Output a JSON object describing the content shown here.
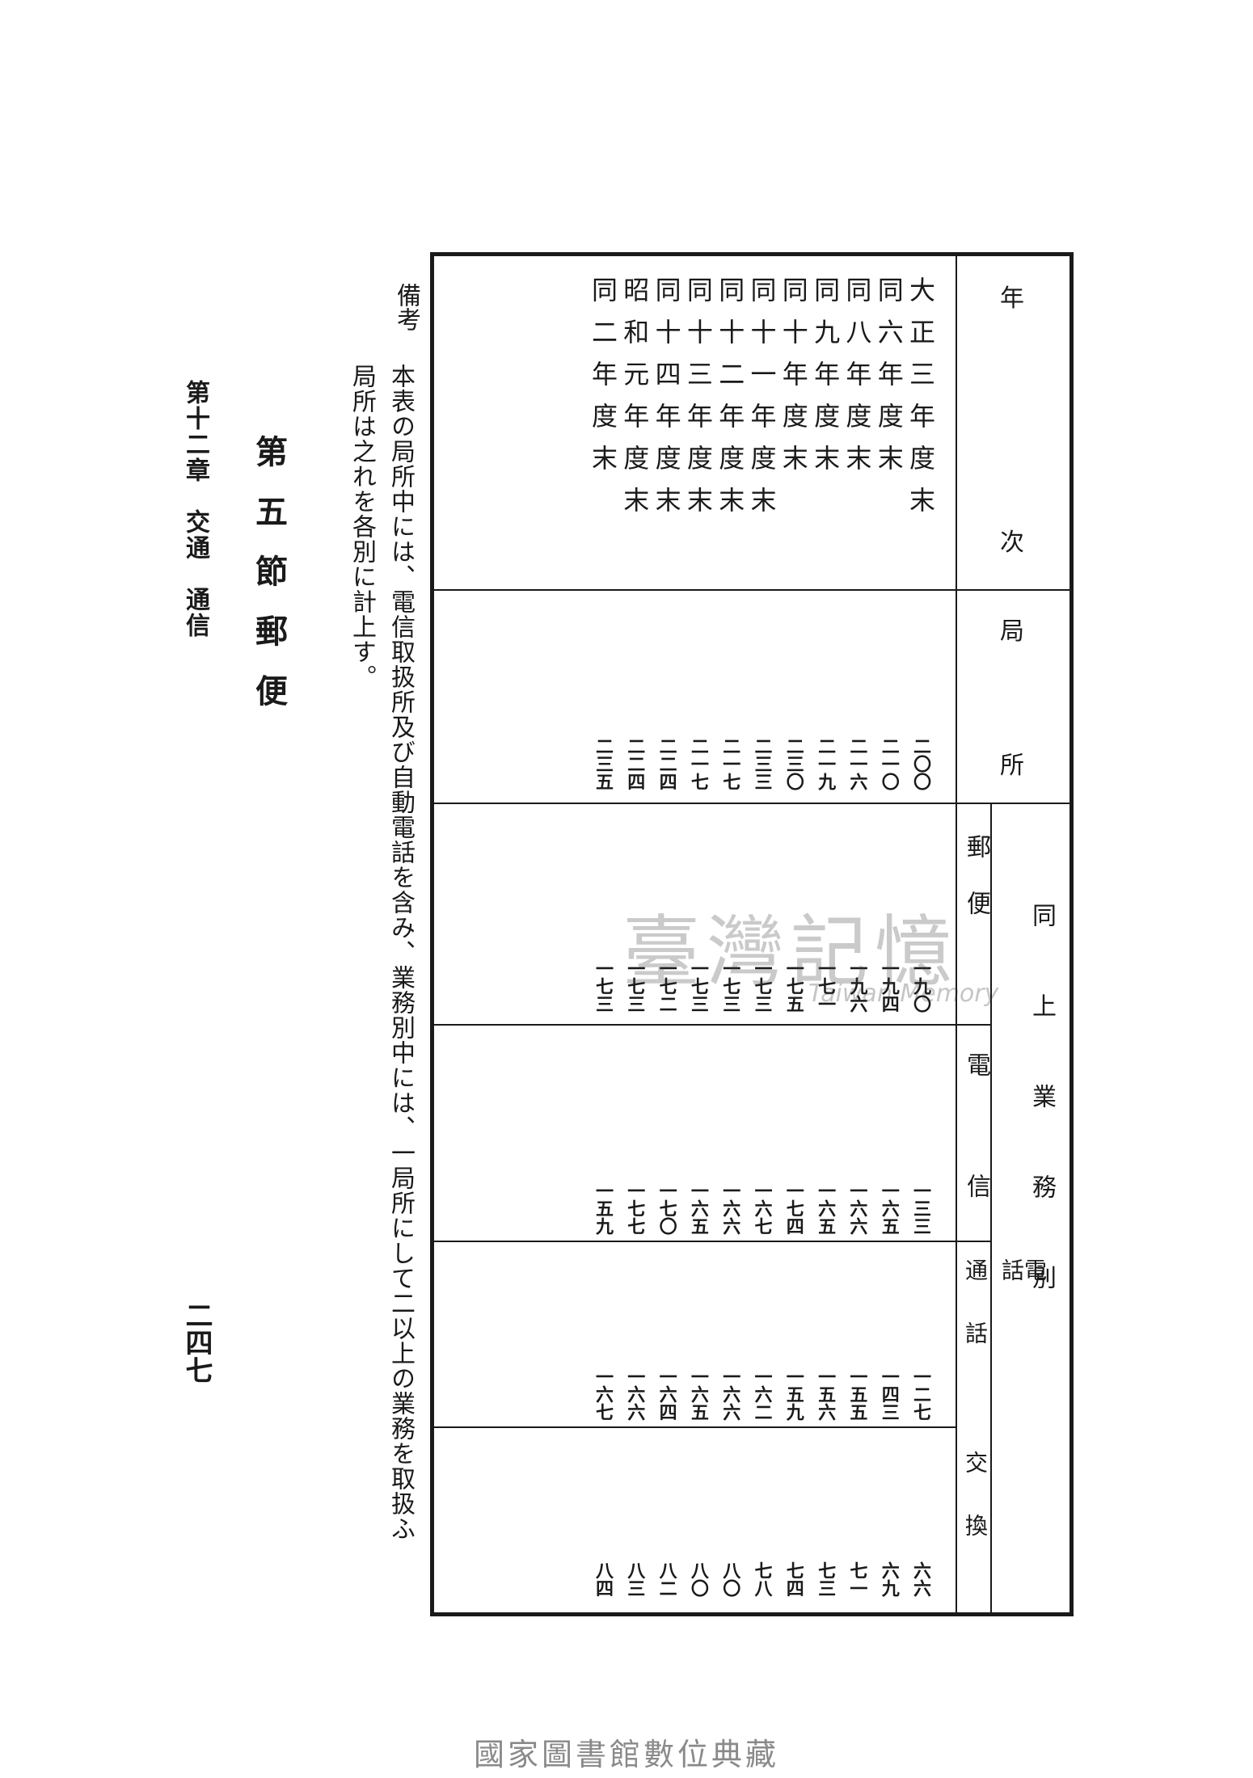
{
  "table": {
    "header": {
      "year": [
        "年",
        "次"
      ],
      "offices": [
        "局",
        "所"
      ],
      "same_office_by_business": "同上業務別",
      "postal": "郵便",
      "telegraph": "電信",
      "telephone": "電話",
      "telephone_calls": "通話",
      "telephone_exchange": "交換"
    },
    "rows": [
      {
        "year": "大正三年度末",
        "offices": "二〇〇",
        "postal": "一九〇",
        "telegraph": "一三三",
        "calls": "一二七",
        "exchange": "六六"
      },
      {
        "year": "同六年度末",
        "offices": "二一〇",
        "postal": "一九四",
        "telegraph": "一六五",
        "calls": "一四三",
        "exchange": "六九"
      },
      {
        "year": "同八年度末",
        "offices": "二一六",
        "postal": "一九六",
        "telegraph": "一六六",
        "calls": "一五五",
        "exchange": "七一"
      },
      {
        "year": "同九年度末",
        "offices": "二一九",
        "postal": "一七一",
        "telegraph": "一六五",
        "calls": "一五六",
        "exchange": "七三"
      },
      {
        "year": "同十年度末",
        "offices": "二三〇",
        "postal": "一七五",
        "telegraph": "一七四",
        "calls": "一五九",
        "exchange": "七四"
      },
      {
        "year": "同十一年度末",
        "offices": "二三三",
        "postal": "一七三",
        "telegraph": "一六七",
        "calls": "一六二",
        "exchange": "七八"
      },
      {
        "year": "同十二年度末",
        "offices": "二一七",
        "postal": "一七三",
        "telegraph": "一六六",
        "calls": "一六六",
        "exchange": "八〇"
      },
      {
        "year": "同十三年度末",
        "offices": "二一七",
        "postal": "一七三",
        "telegraph": "一六五",
        "calls": "一六五",
        "exchange": "八〇"
      },
      {
        "year": "同十四年度末",
        "offices": "二二四",
        "postal": "一七二",
        "telegraph": "一七〇",
        "calls": "一六四",
        "exchange": "八二"
      },
      {
        "year": "昭和元年度末",
        "offices": "二二四",
        "postal": "一七三",
        "telegraph": "一七七",
        "calls": "一六六",
        "exchange": "八三"
      },
      {
        "year": "同二年度末",
        "offices": "二三五",
        "postal": "一七三",
        "telegraph": "一五九",
        "calls": "一六七",
        "exchange": "八四"
      }
    ]
  },
  "remarks": {
    "label": "備考",
    "line1": "本表の局所中には、電信取扱所及び自動電話を含み、業務別中には、一局所にして二以上の業務を取扱ふ",
    "line2": "局所は之れを各別に計上す。"
  },
  "section_title": [
    "第",
    "五",
    "節",
    "郵",
    "便"
  ],
  "chapter_header": "第十二章　交通　通信",
  "page_number": "二四七",
  "watermark": {
    "chinese": "臺灣記憶",
    "english": "Taiwan Memory"
  },
  "footer": "國家圖書館數位典藏"
}
